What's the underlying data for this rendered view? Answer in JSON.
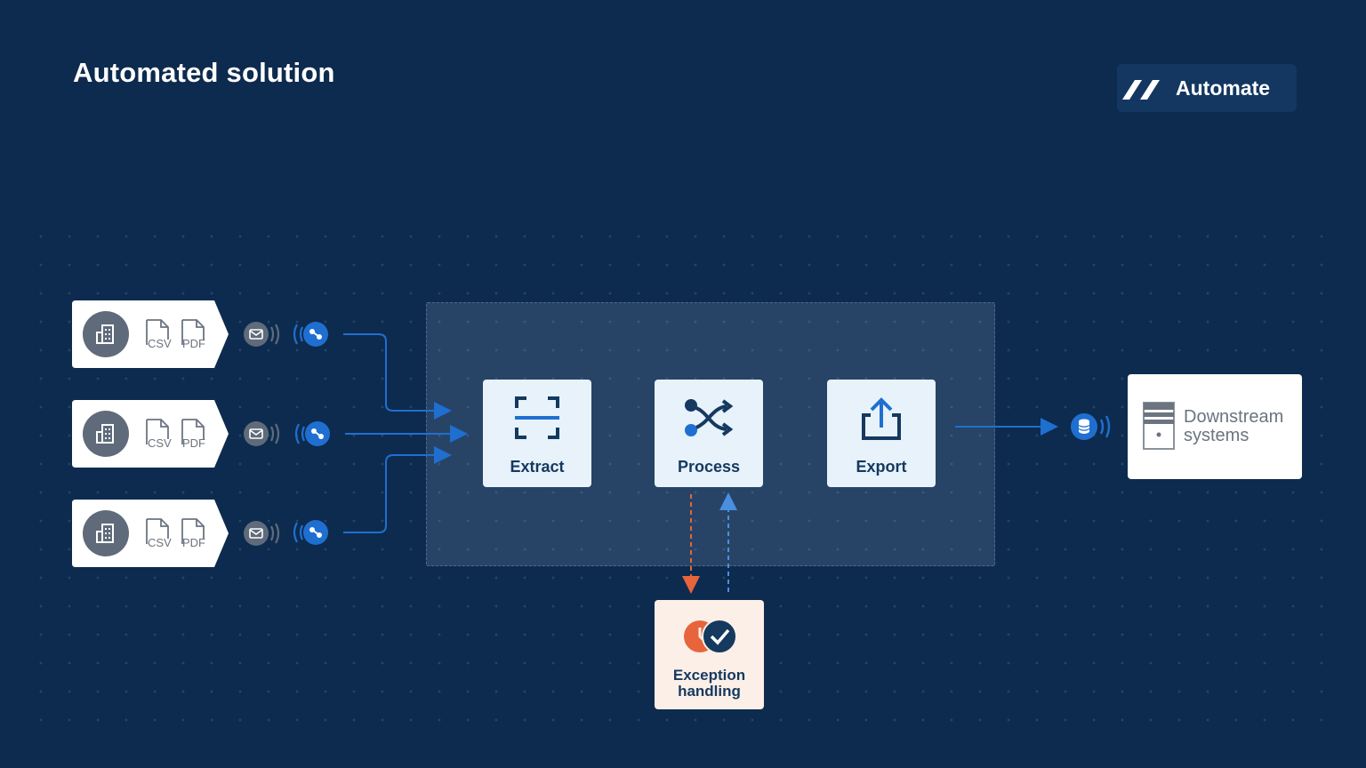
{
  "header": {
    "title": "Automated solution"
  },
  "brand": {
    "name": "Automate"
  },
  "sources": [
    {
      "doc1": "CSV",
      "doc2": "PDF"
    },
    {
      "doc1": "CSV",
      "doc2": "PDF"
    },
    {
      "doc1": "CSV",
      "doc2": "PDF"
    }
  ],
  "steps": {
    "extract": "Extract",
    "process": "Process",
    "export": "Export"
  },
  "exception": {
    "line1": "Exception",
    "line2": "handling"
  },
  "downstream": {
    "line1": "Downstream",
    "line2": "systems"
  },
  "colors": {
    "background": "#0d2b4e",
    "accent_blue": "#1f6fd1",
    "exception_red": "#e8643c",
    "step_fill": "#e7f2fb"
  },
  "icons": {
    "brand": "double-slash-logo-icon",
    "source": "building-icon",
    "mail": "mail-icon",
    "connector": "link-icon",
    "extract": "scan-icon",
    "process": "shuffle-icon",
    "export": "upload-icon",
    "exception": "clock-check-icon",
    "database": "database-icon",
    "server": "server-icon"
  }
}
